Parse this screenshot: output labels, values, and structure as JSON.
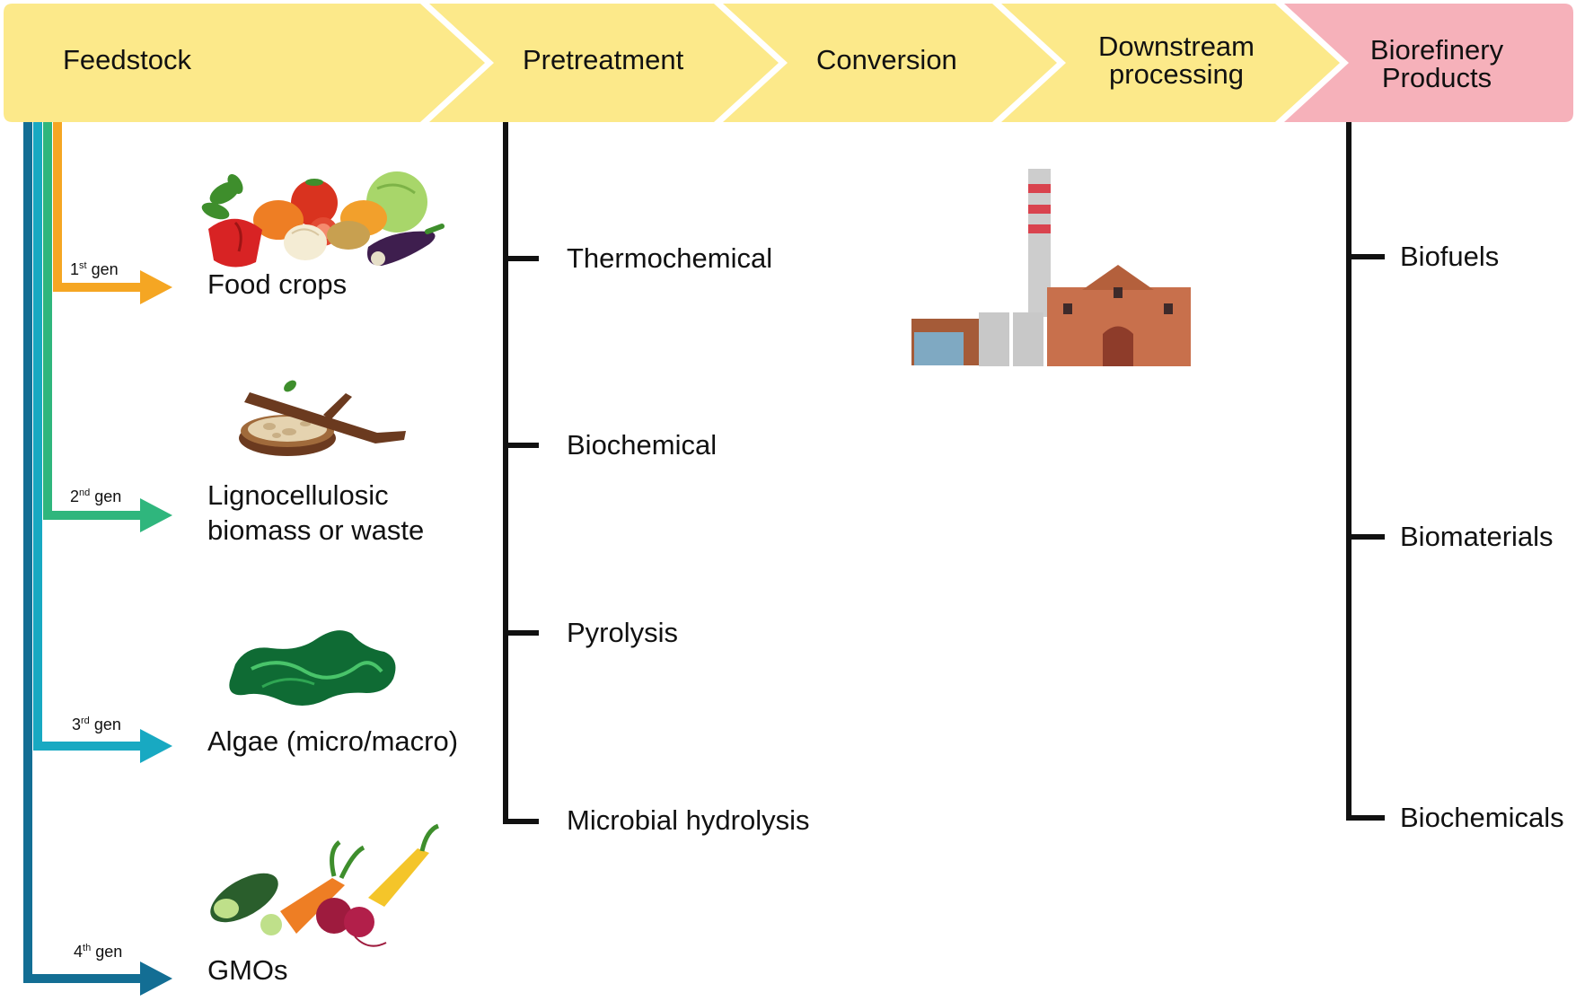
{
  "stages": [
    {
      "label": "Feedstock",
      "color": "#FCE98A"
    },
    {
      "label": "Pretreatment",
      "color": "#FCE98A"
    },
    {
      "label": "Conversion",
      "color": "#FCE98A"
    },
    {
      "label_lines": [
        "Downstream",
        "processing"
      ],
      "color": "#FCE98A"
    },
    {
      "label_lines": [
        "Biorefinery",
        "Products"
      ],
      "color": "#F6B1BA"
    }
  ],
  "feedstocks": [
    {
      "gen_num": "1",
      "gen_sup": "st",
      "gen_word": "gen",
      "label_lines": [
        "Food crops"
      ],
      "color": "#F5A623",
      "icon": "vegetables-icon"
    },
    {
      "gen_num": "2",
      "gen_sup": "nd",
      "gen_word": "gen",
      "label_lines": [
        "Lignocellulosic",
        "biomass or waste"
      ],
      "color": "#2FB67D",
      "icon": "wood-log-icon"
    },
    {
      "gen_num": "3",
      "gen_sup": "rd",
      "gen_word": "gen",
      "label_lines": [
        "Algae (micro/macro)"
      ],
      "color": "#18A9C2",
      "icon": "algae-icon"
    },
    {
      "gen_num": "4",
      "gen_sup": "th",
      "gen_word": "gen",
      "label_lines": [
        "GMOs"
      ],
      "color": "#136E94",
      "icon": "gmo-vegetables-icon"
    }
  ],
  "pretreatment_methods": [
    "Thermochemical",
    "Biochemical",
    "Pyrolysis",
    "Microbial hydrolysis"
  ],
  "conversion_icon": "factory-icon",
  "products": [
    "Biofuels",
    "Biomaterials",
    "Biochemicals"
  ]
}
